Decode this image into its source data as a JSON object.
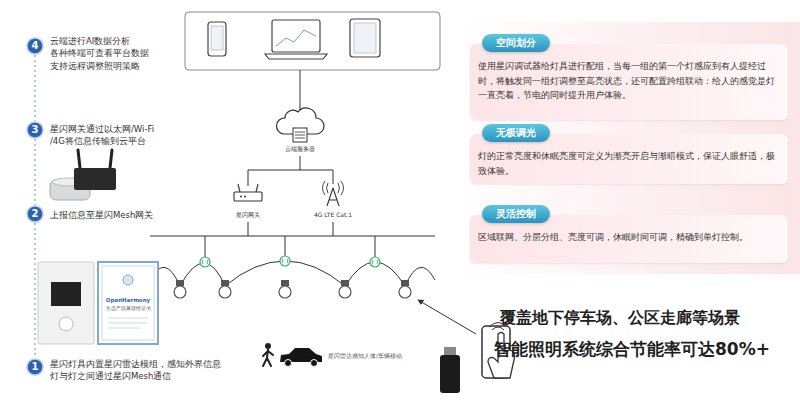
{
  "diagram": {
    "nodes": [
      {
        "text": [
          "4"
        ]
      },
      {
        "text": [
          "3"
        ]
      },
      {
        "text": [
          "2"
        ]
      },
      {
        "text": [
          "1"
        ]
      },
      {
        "text": [
          "空间划分",
          "使用星闪调试器给灯具进行配组，当每一组的第一个灯感应到有人提经过时，将触发同一组灯调整至高亮状态，还可配置跨组联动：给人的感觉是灯一直亮着，节电的同时提升用户体验。"
        ]
      },
      {
        "text": [
          "无极调光",
          "灯的正常亮度和休眠亮度可定义为渐亮开启与渐暗模式，保证人眼舒适，极致体验。"
        ]
      },
      {
        "text": [
          "灵活控制",
          "区域联网、分层分组、亮度可调，休眠时间可调，精确到单灯控制。"
        ]
      }
    ],
    "edges": [
      {
        "from": 0,
        "to": 1,
        "arrow": "none"
      },
      {
        "from": 1,
        "to": 2,
        "arrow": "none"
      },
      {
        "from": 2,
        "to": 3,
        "arrow": "none"
      }
    ],
    "labels": [
      "云端进行AI数据分析 各种终端可查看平台数据 支持远程调整照明策略",
      "星闪网关通过以太网/Wi-Fi /4G将信息传输到云平台",
      "上报信息至星闪Mesh网关",
      "星闪灯具内置星闪雷达模组，感知外界信息 灯与灯之间通过星闪Mesh通信",
      "OpenHarmony",
      "生态产品兼容性证书",
      "云端服务器",
      "星闪网关",
      "4G LTE Cat.1",
      "星闪雷达感知人体/车辆移动",
      "覆盖地下停车场、公区走廊等场景",
      "智能照明系统综合节能率可达80%+"
    ]
  }
}
